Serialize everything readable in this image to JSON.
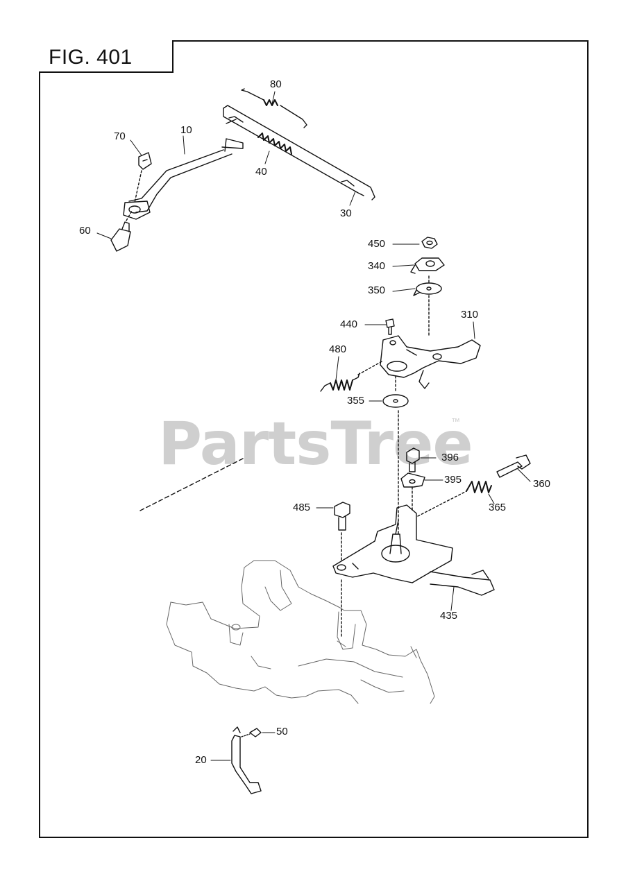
{
  "figure": {
    "label": "FIG. 401"
  },
  "watermark": {
    "brand": "PartsTree",
    "trademark": "™"
  },
  "callouts": {
    "c10": "10",
    "c20": "20",
    "c30": "30",
    "c40": "40",
    "c50": "50",
    "c60": "60",
    "c70": "70",
    "c80": "80",
    "c310": "310",
    "c340": "340",
    "c350": "350",
    "c355": "355",
    "c360": "360",
    "c365": "365",
    "c395": "395",
    "c396": "396",
    "c435": "435",
    "c440": "440",
    "c450": "450",
    "c480": "480",
    "c485": "485"
  }
}
